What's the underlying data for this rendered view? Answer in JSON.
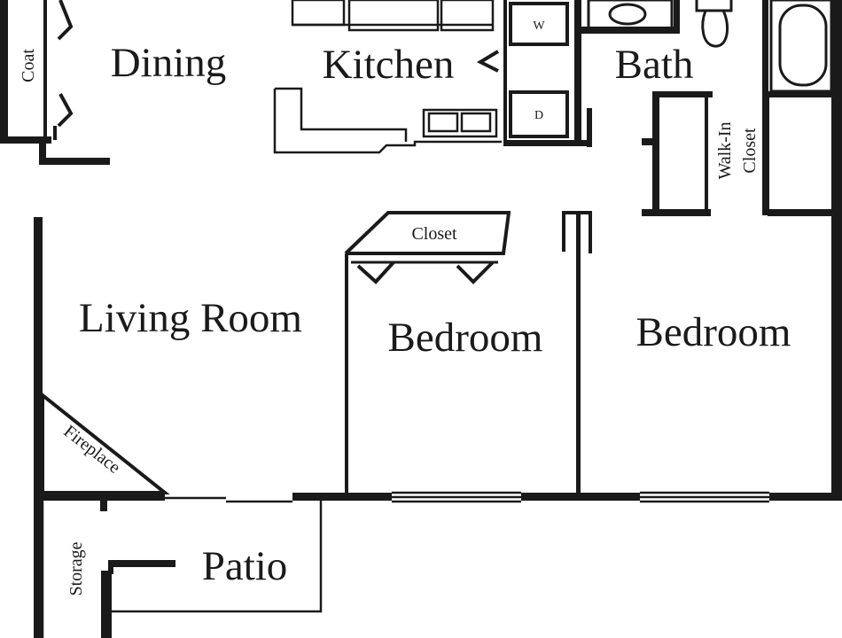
{
  "plan": {
    "rooms": {
      "dining": "Dining",
      "kitchen": "Kitchen",
      "bath": "Bath",
      "living_room": "Living Room",
      "bedroom_1": "Bedroom",
      "bedroom_2": "Bedroom",
      "patio": "Patio"
    },
    "closets": {
      "coat": "Coat",
      "walk_in": [
        "Walk-In",
        "Closet"
      ],
      "bedroom_closet": "Closet",
      "storage": "Storage"
    },
    "fixtures": {
      "fireplace": "Fireplace",
      "washer": "W",
      "dryer": "D"
    }
  },
  "colors": {
    "wall": "#1a1a1a",
    "background": "#ffffff"
  }
}
